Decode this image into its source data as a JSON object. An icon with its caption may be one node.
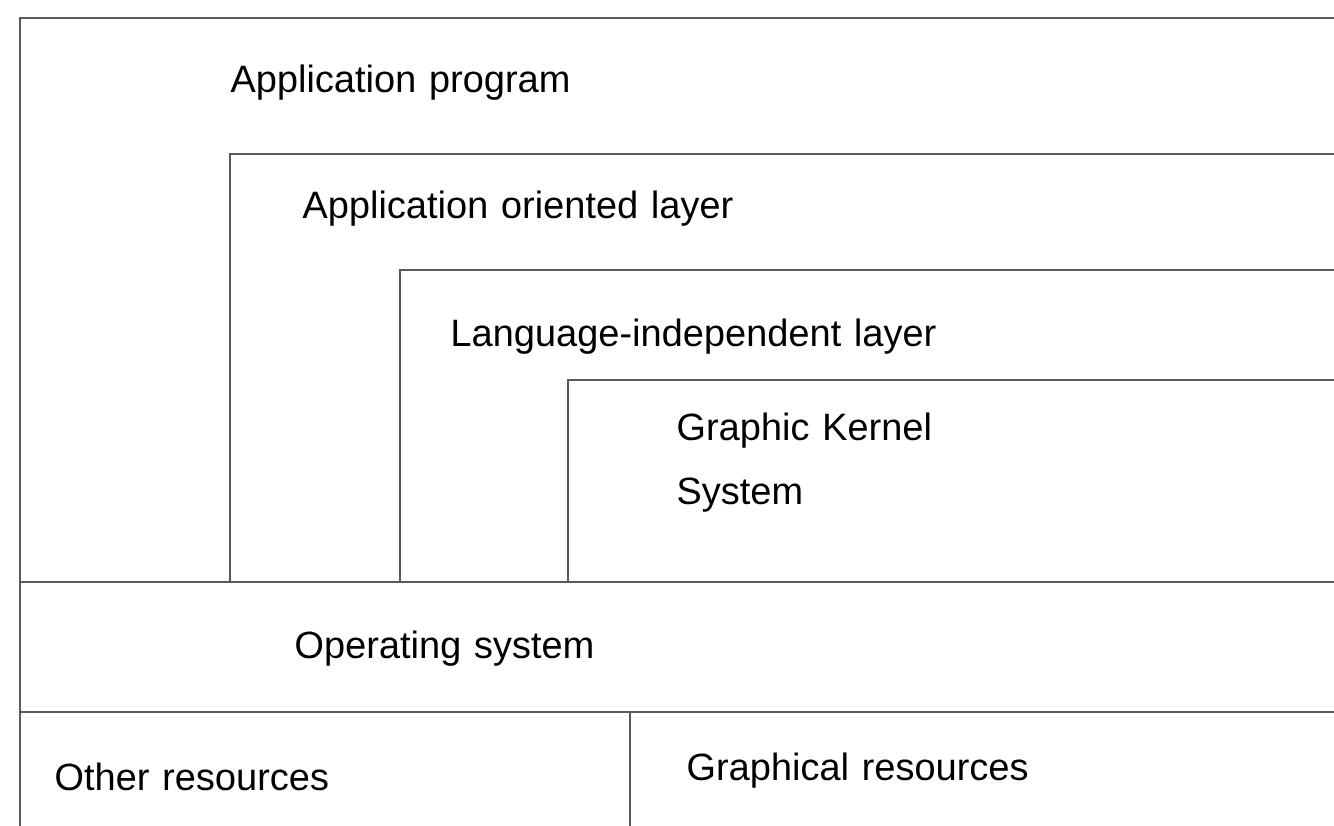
{
  "diagram": {
    "nodes": [
      {
        "text": [
          "Application program"
        ]
      },
      {
        "text": [
          "Application oriented layer"
        ],
        "in": 0
      },
      {
        "text": [
          "Language-independent layer"
        ],
        "in": 1
      },
      {
        "text": [
          "Graphic Kernel System"
        ],
        "in": 2
      },
      {
        "text": [
          "Operating system"
        ]
      },
      {
        "text": [
          "Other resources"
        ]
      },
      {
        "text": [
          "Graphical resources"
        ]
      }
    ]
  }
}
